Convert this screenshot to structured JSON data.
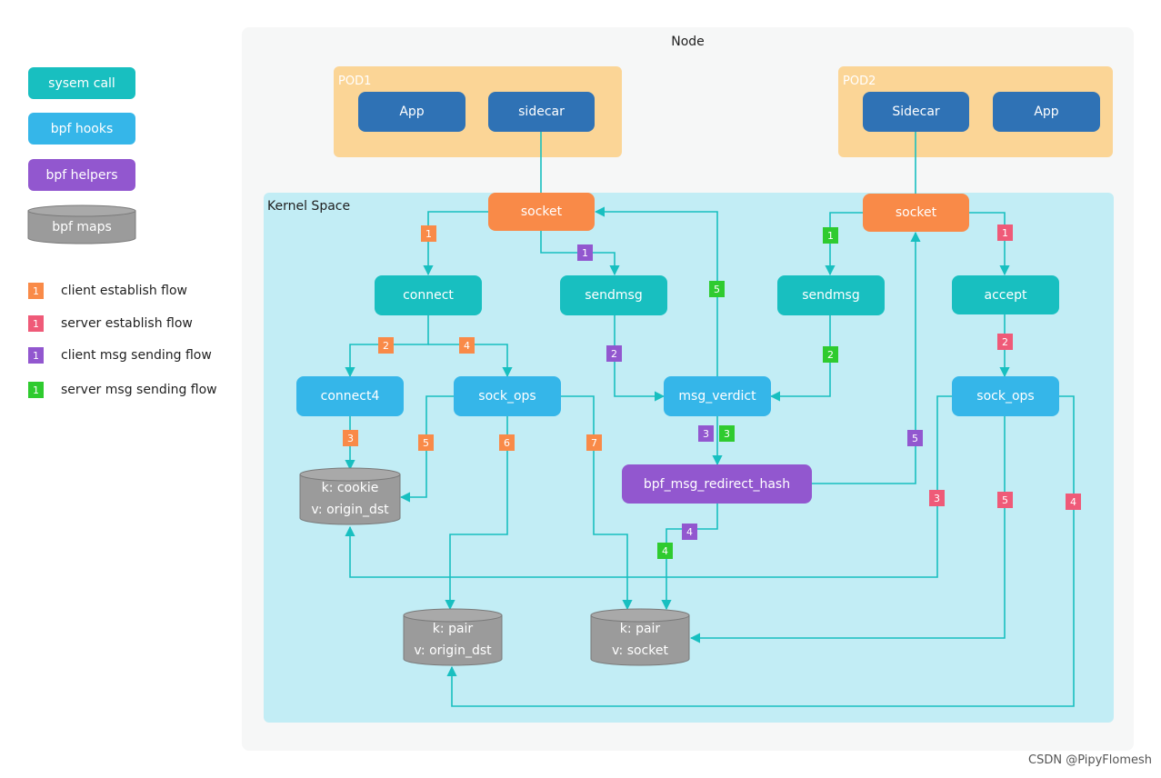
{
  "node_title": "Node",
  "kernel_title": "Kernel Space",
  "pods": {
    "pod1": {
      "label": "POD1",
      "app": "App",
      "sidecar": "sidecar"
    },
    "pod2": {
      "label": "POD2",
      "sidecar": "Sidecar",
      "app": "App"
    }
  },
  "legend": {
    "syscall": "sysem call",
    "hooks": "bpf hooks",
    "helpers": "bpf helpers",
    "maps": "bpf maps",
    "flows": [
      {
        "num": "1",
        "color": "#f98a48",
        "label": "client establish flow"
      },
      {
        "num": "1",
        "color": "#ef5a78",
        "label": "server establish flow"
      },
      {
        "num": "1",
        "color": "#9257cf",
        "label": "client msg sending flow"
      },
      {
        "num": "1",
        "color": "#2fcb2f",
        "label": "server msg sending flow"
      }
    ]
  },
  "nodes": {
    "socket_left": "socket",
    "socket_right": "socket",
    "connect": "connect",
    "sendmsg_left": "sendmsg",
    "sendmsg_right": "sendmsg",
    "accept": "accept",
    "connect4": "connect4",
    "sock_ops_left": "sock_ops",
    "msg_verdict": "msg_verdict",
    "sock_ops_right": "sock_ops",
    "redirect": "bpf_msg_redirect_hash"
  },
  "maps": {
    "cookie": {
      "key": "k: cookie",
      "value": "v: origin_dst"
    },
    "pair_dst": {
      "key": "k: pair",
      "value": "v: origin_dst"
    },
    "pair_socket": {
      "key": "k: pair",
      "value": "v: socket"
    }
  },
  "colors": {
    "client_establish": "#f98a48",
    "server_establish": "#ef5a78",
    "client_msg": "#9257cf",
    "server_msg": "#2fcb2f",
    "line": "#18bfc0"
  },
  "watermark": "CSDN @PipyFlomesh"
}
